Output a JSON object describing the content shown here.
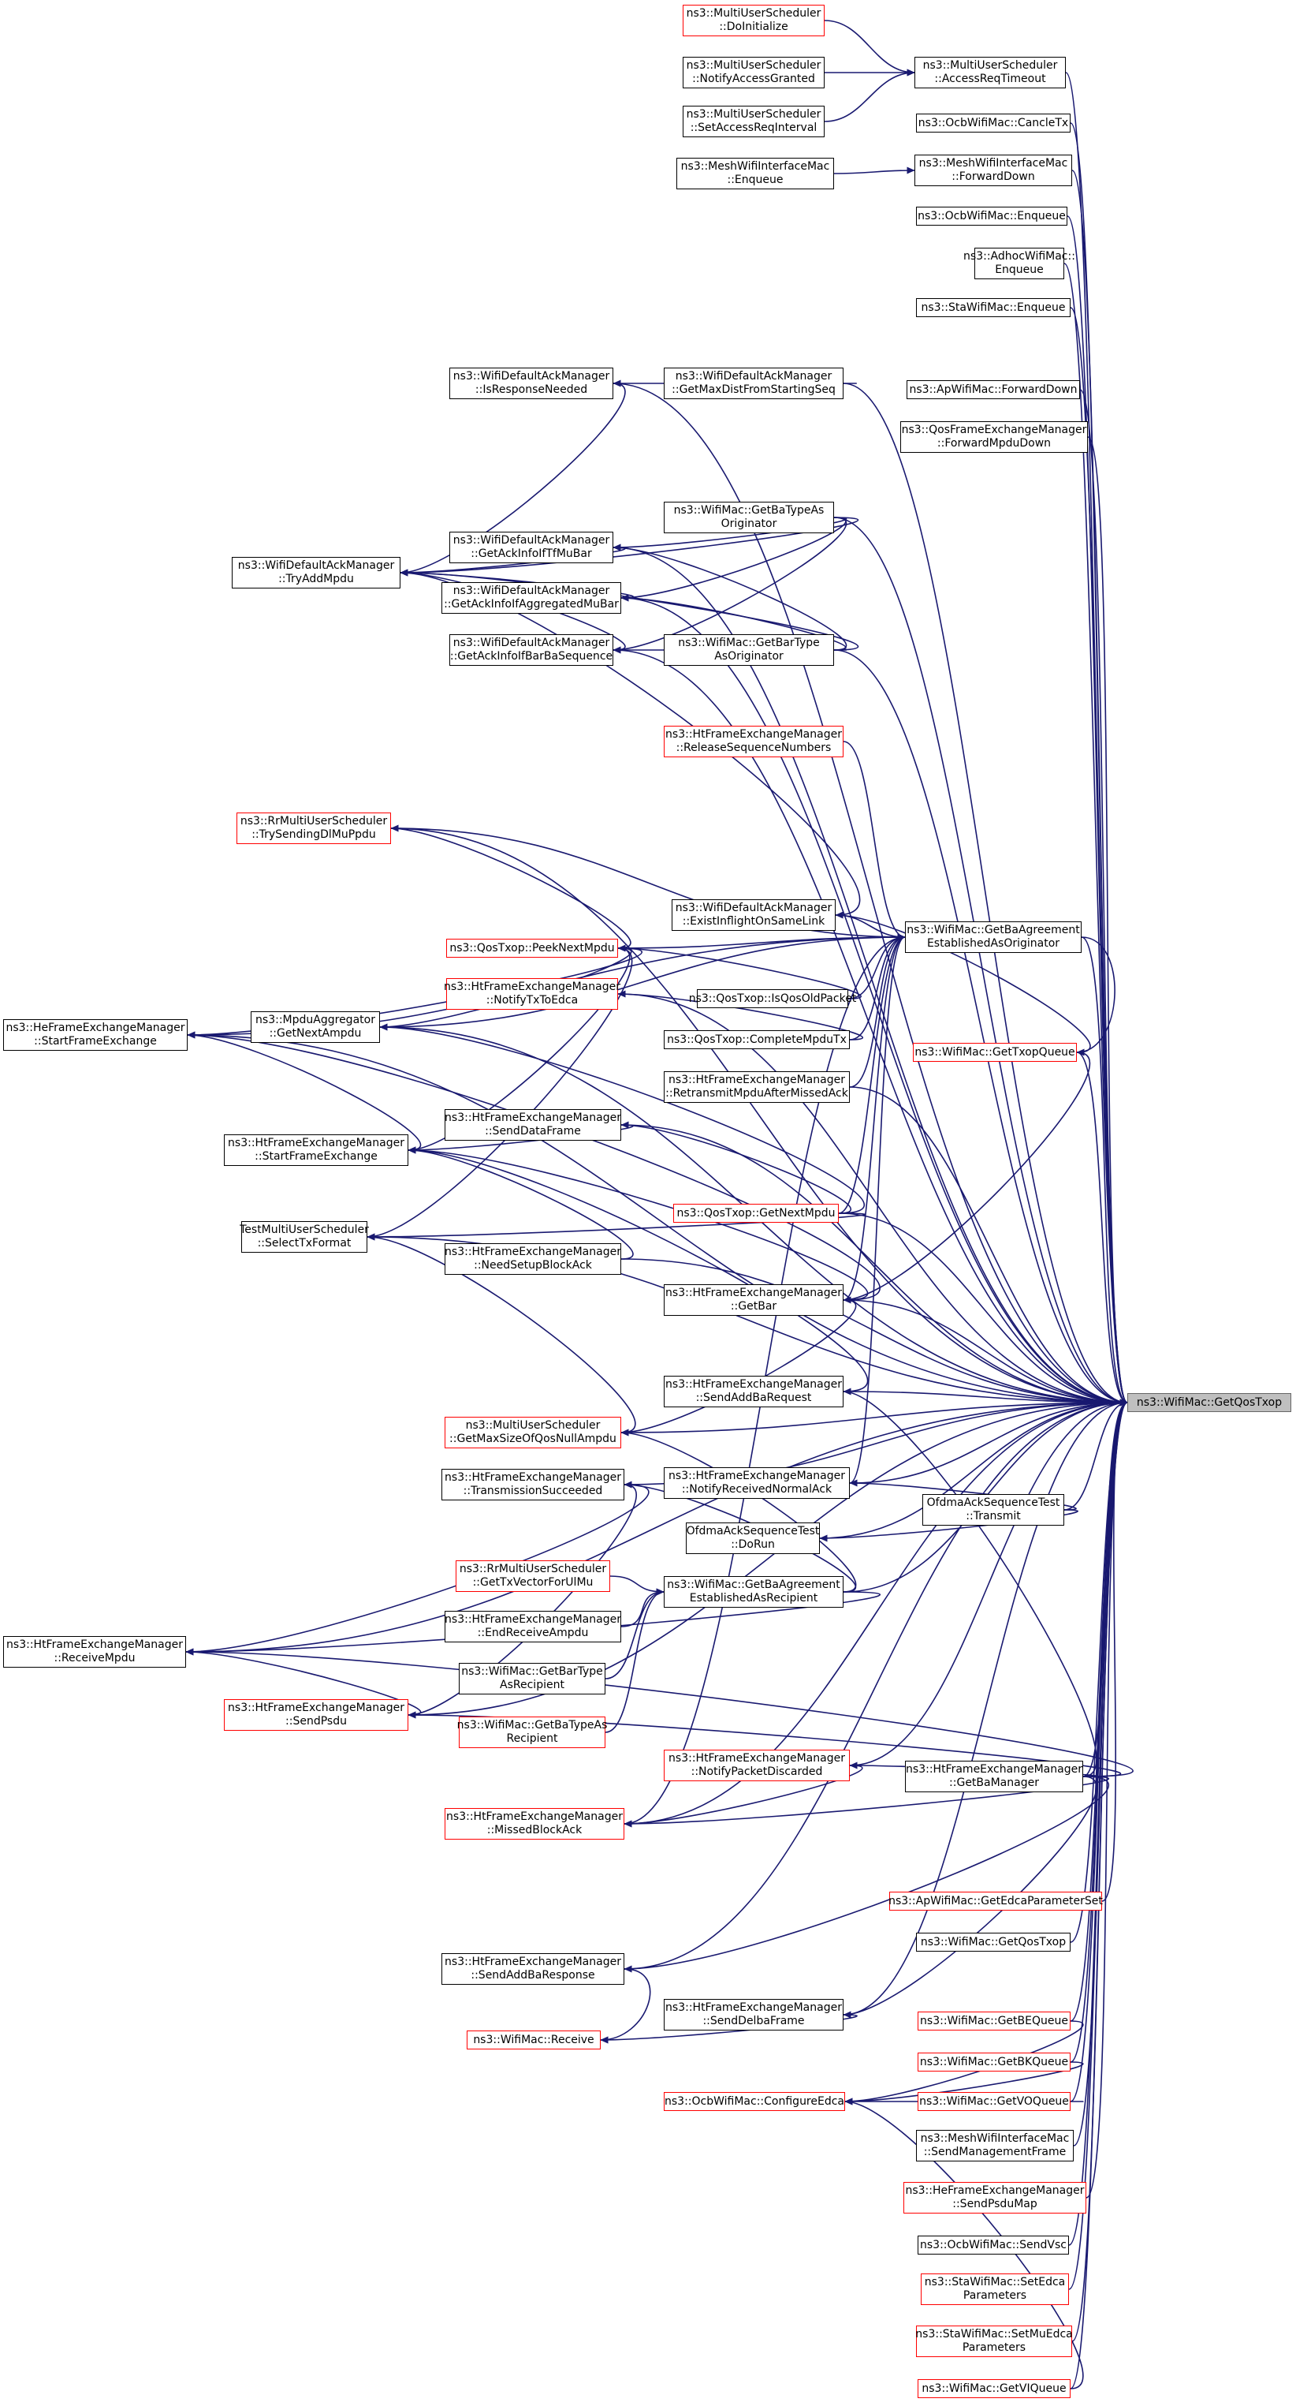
{
  "colors": {
    "edge": "#191970",
    "border_default": "#000000",
    "border_truncated": "#ff0000",
    "root_fill": "#bfbfbf"
  },
  "nodes": [
    {
      "id": "root",
      "lines": [
        "ns3::WifiMac::GetQosTxop"
      ],
      "style": "root"
    },
    {
      "id": "doInitialize",
      "lines": [
        "ns3::MultiUserScheduler",
        "::DoInitialize"
      ],
      "style": "red"
    },
    {
      "id": "notifyAccessGranted",
      "lines": [
        "ns3::MultiUserScheduler",
        "::NotifyAccessGranted"
      ],
      "style": "black"
    },
    {
      "id": "setAccessReqInterval",
      "lines": [
        "ns3::MultiUserScheduler",
        "::SetAccessReqInterval"
      ],
      "style": "black"
    },
    {
      "id": "accessReqTimeout",
      "lines": [
        "ns3::MultiUserScheduler",
        "::AccessReqTimeout"
      ],
      "style": "black"
    },
    {
      "id": "ocbCancleTx",
      "lines": [
        "ns3::OcbWifiMac::CancleTx"
      ],
      "style": "black"
    },
    {
      "id": "meshEnqueue",
      "lines": [
        "ns3::MeshWifiInterfaceMac",
        "::Enqueue"
      ],
      "style": "black"
    },
    {
      "id": "meshForwardDown",
      "lines": [
        "ns3::MeshWifiInterfaceMac",
        "::ForwardDown"
      ],
      "style": "black"
    },
    {
      "id": "ocbEnqueue",
      "lines": [
        "ns3::OcbWifiMac::Enqueue"
      ],
      "style": "black"
    },
    {
      "id": "adhocEnqueue",
      "lines": [
        "ns3::AdhocWifiMac::",
        "Enqueue"
      ],
      "style": "black"
    },
    {
      "id": "staEnqueue",
      "lines": [
        "ns3::StaWifiMac::Enqueue"
      ],
      "style": "black"
    },
    {
      "id": "isResponseNeeded",
      "lines": [
        "ns3::WifiDefaultAckManager",
        "::IsResponseNeeded"
      ],
      "style": "black"
    },
    {
      "id": "getMaxDist",
      "lines": [
        "ns3::WifiDefaultAckManager",
        "::GetMaxDistFromStartingSeq"
      ],
      "style": "black"
    },
    {
      "id": "apForwardDown",
      "lines": [
        "ns3::ApWifiMac::ForwardDown"
      ],
      "style": "black"
    },
    {
      "id": "qosForwardMpduDown",
      "lines": [
        "ns3::QosFrameExchangeManager",
        "::ForwardMpduDown"
      ],
      "style": "black"
    },
    {
      "id": "getBaTypeAsOriginator",
      "lines": [
        "ns3::WifiMac::GetBaTypeAs",
        "Originator"
      ],
      "style": "black"
    },
    {
      "id": "getAckInfoTfMuBar",
      "lines": [
        "ns3::WifiDefaultAckManager",
        "::GetAckInfoIfTfMuBar"
      ],
      "style": "black"
    },
    {
      "id": "tryAddMpdu",
      "lines": [
        "ns3::WifiDefaultAckManager",
        "::TryAddMpdu"
      ],
      "style": "black"
    },
    {
      "id": "getAckInfoAggMuBar",
      "lines": [
        "ns3::WifiDefaultAckManager",
        "::GetAckInfoIfAggregatedMuBar"
      ],
      "style": "black"
    },
    {
      "id": "getAckInfoBarBaSeq",
      "lines": [
        "ns3::WifiDefaultAckManager",
        "::GetAckInfoIfBarBaSequence"
      ],
      "style": "black"
    },
    {
      "id": "getBarTypeAsOriginator",
      "lines": [
        "ns3::WifiMac::GetBarType",
        "AsOriginator"
      ],
      "style": "black"
    },
    {
      "id": "releaseSeqNumbers",
      "lines": [
        "ns3::HtFrameExchangeManager",
        "::ReleaseSequenceNumbers"
      ],
      "style": "red"
    },
    {
      "id": "trySendingDlMuPpdu",
      "lines": [
        "ns3::RrMultiUserScheduler",
        "::TrySendingDlMuPpdu"
      ],
      "style": "red"
    },
    {
      "id": "existInflight",
      "lines": [
        "ns3::WifiDefaultAckManager",
        "::ExistInflightOnSameLink"
      ],
      "style": "black"
    },
    {
      "id": "getBaAgreementOriginator",
      "lines": [
        "ns3::WifiMac::GetBaAgreement",
        "EstablishedAsOriginator"
      ],
      "style": "black"
    },
    {
      "id": "peekNextMpdu",
      "lines": [
        "ns3::QosTxop::PeekNextMpdu"
      ],
      "style": "red"
    },
    {
      "id": "heStartFrameExchange",
      "lines": [
        "ns3::HeFrameExchangeManager",
        "::StartFrameExchange"
      ],
      "style": "black"
    },
    {
      "id": "mpduAggGetNextAmpdu",
      "lines": [
        "ns3::MpduAggregator",
        "::GetNextAmpdu"
      ],
      "style": "black"
    },
    {
      "id": "notifyTxToEdca",
      "lines": [
        "ns3::HtFrameExchangeManager",
        "::NotifyTxToEdca"
      ],
      "style": "red"
    },
    {
      "id": "isQosOldPacket",
      "lines": [
        "ns3::QosTxop::IsQosOldPacket"
      ],
      "style": "black"
    },
    {
      "id": "completeMpduTx",
      "lines": [
        "ns3::QosTxop::CompleteMpduTx"
      ],
      "style": "black"
    },
    {
      "id": "getTxopQueue",
      "lines": [
        "ns3::WifiMac::GetTxopQueue"
      ],
      "style": "red"
    },
    {
      "id": "retransmitMpdu",
      "lines": [
        "ns3::HtFrameExchangeManager",
        "::RetransmitMpduAfterMissedAck"
      ],
      "style": "black"
    },
    {
      "id": "htStartFrameExchange",
      "lines": [
        "ns3::HtFrameExchangeManager",
        "::StartFrameExchange"
      ],
      "style": "black"
    },
    {
      "id": "sendDataFrame",
      "lines": [
        "ns3::HtFrameExchangeManager",
        "::SendDataFrame"
      ],
      "style": "black"
    },
    {
      "id": "getNextMpdu",
      "lines": [
        "ns3::QosTxop::GetNextMpdu"
      ],
      "style": "red"
    },
    {
      "id": "selectTxFormat",
      "lines": [
        "TestMultiUserScheduler",
        "::SelectTxFormat"
      ],
      "style": "black"
    },
    {
      "id": "needSetupBlockAck",
      "lines": [
        "ns3::HtFrameExchangeManager",
        "::NeedSetupBlockAck"
      ],
      "style": "black"
    },
    {
      "id": "getBar",
      "lines": [
        "ns3::HtFrameExchangeManager",
        "::GetBar"
      ],
      "style": "black"
    },
    {
      "id": "sendAddBaRequest",
      "lines": [
        "ns3::HtFrameExchangeManager",
        "::SendAddBaRequest"
      ],
      "style": "black"
    },
    {
      "id": "getMaxSizeQosNull",
      "lines": [
        "ns3::MultiUserScheduler",
        "::GetMaxSizeOfQosNullAmpdu"
      ],
      "style": "red"
    },
    {
      "id": "transmissionSucceeded",
      "lines": [
        "ns3::HtFrameExchangeManager",
        "::TransmissionSucceeded"
      ],
      "style": "black"
    },
    {
      "id": "notifyReceivedNormalAck",
      "lines": [
        "ns3::HtFrameExchangeManager",
        "::NotifyReceivedNormalAck"
      ],
      "style": "black"
    },
    {
      "id": "ofdmaTransmit",
      "lines": [
        "OfdmaAckSequenceTest",
        "::Transmit"
      ],
      "style": "black"
    },
    {
      "id": "ofdmaDoRun",
      "lines": [
        "OfdmaAckSequenceTest",
        "::DoRun"
      ],
      "style": "black"
    },
    {
      "id": "getTxVectorForUlMu",
      "lines": [
        "ns3::RrMultiUserScheduler",
        "::GetTxVectorForUlMu"
      ],
      "style": "red"
    },
    {
      "id": "getBaAgreementRecipient",
      "lines": [
        "ns3::WifiMac::GetBaAgreement",
        "EstablishedAsRecipient"
      ],
      "style": "black"
    },
    {
      "id": "endReceiveAmpdu",
      "lines": [
        "ns3::HtFrameExchangeManager",
        "::EndReceiveAmpdu"
      ],
      "style": "black"
    },
    {
      "id": "receiveMpdu",
      "lines": [
        "ns3::HtFrameExchangeManager",
        "::ReceiveMpdu"
      ],
      "style": "black"
    },
    {
      "id": "getBarTypeAsRecipient",
      "lines": [
        "ns3::WifiMac::GetBarType",
        "AsRecipient"
      ],
      "style": "black"
    },
    {
      "id": "sendPsdu",
      "lines": [
        "ns3::HtFrameExchangeManager",
        "::SendPsdu"
      ],
      "style": "red"
    },
    {
      "id": "getBaTypeAsRecipient",
      "lines": [
        "ns3::WifiMac::GetBaTypeAs",
        "Recipient"
      ],
      "style": "red"
    },
    {
      "id": "notifyPacketDiscarded",
      "lines": [
        "ns3::HtFrameExchangeManager",
        "::NotifyPacketDiscarded"
      ],
      "style": "red"
    },
    {
      "id": "getBaManager",
      "lines": [
        "ns3::HtFrameExchangeManager",
        "::GetBaManager"
      ],
      "style": "black"
    },
    {
      "id": "missedBlockAck",
      "lines": [
        "ns3::HtFrameExchangeManager",
        "::MissedBlockAck"
      ],
      "style": "red"
    },
    {
      "id": "apGetEdcaParam",
      "lines": [
        "ns3::ApWifiMac::GetEdcaParameterSet"
      ],
      "style": "red"
    },
    {
      "id": "wifiGetQosTxop",
      "lines": [
        "ns3::WifiMac::GetQosTxop"
      ],
      "style": "black"
    },
    {
      "id": "sendAddBaResponse",
      "lines": [
        "ns3::HtFrameExchangeManager",
        "::SendAddBaResponse"
      ],
      "style": "black"
    },
    {
      "id": "sendDelbaFrame",
      "lines": [
        "ns3::HtFrameExchangeManager",
        "::SendDelbaFrame"
      ],
      "style": "black"
    },
    {
      "id": "wifiReceive",
      "lines": [
        "ns3::WifiMac::Receive"
      ],
      "style": "red"
    },
    {
      "id": "getBEQueue",
      "lines": [
        "ns3::WifiMac::GetBEQueue"
      ],
      "style": "red"
    },
    {
      "id": "getBKQueue",
      "lines": [
        "ns3::WifiMac::GetBKQueue"
      ],
      "style": "red"
    },
    {
      "id": "configureEdca",
      "lines": [
        "ns3::OcbWifiMac::ConfigureEdca"
      ],
      "style": "red"
    },
    {
      "id": "getVOQueue",
      "lines": [
        "ns3::WifiMac::GetVOQueue"
      ],
      "style": "red"
    },
    {
      "id": "meshSendMgmt",
      "lines": [
        "ns3::MeshWifiInterfaceMac",
        "::SendManagementFrame"
      ],
      "style": "black"
    },
    {
      "id": "heSendPsduMap",
      "lines": [
        "ns3::HeFrameExchangeManager",
        "::SendPsduMap"
      ],
      "style": "red"
    },
    {
      "id": "ocbSendVsc",
      "lines": [
        "ns3::OcbWifiMac::SendVsc"
      ],
      "style": "black"
    },
    {
      "id": "staSetEdca",
      "lines": [
        "ns3::StaWifiMac::SetEdca",
        "Parameters"
      ],
      "style": "red"
    },
    {
      "id": "staSetMuEdca",
      "lines": [
        "ns3::StaWifiMac::SetMuEdca",
        "Parameters"
      ],
      "style": "red"
    },
    {
      "id": "getVIQueue",
      "lines": [
        "ns3::WifiMac::GetVIQueue"
      ],
      "style": "red"
    }
  ],
  "edges": [
    [
      "accessReqTimeout",
      "root"
    ],
    [
      "ocbCancleTx",
      "root"
    ],
    [
      "meshForwardDown",
      "root"
    ],
    [
      "ocbEnqueue",
      "root"
    ],
    [
      "adhocEnqueue",
      "root"
    ],
    [
      "staEnqueue",
      "root"
    ],
    [
      "isResponseNeeded",
      "root"
    ],
    [
      "getMaxDist",
      "root"
    ],
    [
      "apForwardDown",
      "root"
    ],
    [
      "qosForwardMpduDown",
      "root"
    ],
    [
      "getBaTypeAsOriginator",
      "root"
    ],
    [
      "getAckInfoTfMuBar",
      "root"
    ],
    [
      "getAckInfoAggMuBar",
      "root"
    ],
    [
      "getAckInfoBarBaSeq",
      "root"
    ],
    [
      "getBarTypeAsOriginator",
      "root"
    ],
    [
      "trySendingDlMuPpdu",
      "root"
    ],
    [
      "getBaAgreementOriginator",
      "root"
    ],
    [
      "heStartFrameExchange",
      "root"
    ],
    [
      "mpduAggGetNextAmpdu",
      "root"
    ],
    [
      "notifyTxToEdca",
      "root"
    ],
    [
      "getTxopQueue",
      "root"
    ],
    [
      "retransmitMpdu",
      "root"
    ],
    [
      "sendDataFrame",
      "root"
    ],
    [
      "getNextMpdu",
      "root"
    ],
    [
      "selectTxFormat",
      "root"
    ],
    [
      "needSetupBlockAck",
      "root"
    ],
    [
      "getBar",
      "root"
    ],
    [
      "sendAddBaRequest",
      "root"
    ],
    [
      "getMaxSizeQosNull",
      "root"
    ],
    [
      "transmissionSucceeded",
      "root"
    ],
    [
      "notifyReceivedNormalAck",
      "root"
    ],
    [
      "ofdmaTransmit",
      "root"
    ],
    [
      "ofdmaDoRun",
      "root"
    ],
    [
      "getBaAgreementRecipient",
      "root"
    ],
    [
      "receiveMpdu",
      "root"
    ],
    [
      "sendPsdu",
      "root"
    ],
    [
      "notifyPacketDiscarded",
      "root"
    ],
    [
      "getBaManager",
      "root"
    ],
    [
      "missedBlockAck",
      "root"
    ],
    [
      "apGetEdcaParam",
      "root"
    ],
    [
      "wifiGetQosTxop",
      "root"
    ],
    [
      "sendAddBaResponse",
      "root"
    ],
    [
      "sendDelbaFrame",
      "root"
    ],
    [
      "getBEQueue",
      "root"
    ],
    [
      "getBKQueue",
      "root"
    ],
    [
      "getVOQueue",
      "root"
    ],
    [
      "meshSendMgmt",
      "root"
    ],
    [
      "heSendPsduMap",
      "root"
    ],
    [
      "ocbSendVsc",
      "root"
    ],
    [
      "staSetEdca",
      "root"
    ],
    [
      "staSetMuEdca",
      "root"
    ],
    [
      "getVIQueue",
      "root"
    ],
    [
      "doInitialize",
      "accessReqTimeout"
    ],
    [
      "notifyAccessGranted",
      "accessReqTimeout"
    ],
    [
      "setAccessReqInterval",
      "accessReqTimeout"
    ],
    [
      "meshEnqueue",
      "meshForwardDown"
    ],
    [
      "getMaxDist",
      "isResponseNeeded"
    ],
    [
      "isResponseNeeded",
      "tryAddMpdu"
    ],
    [
      "getAckInfoTfMuBar",
      "tryAddMpdu"
    ],
    [
      "getAckInfoAggMuBar",
      "tryAddMpdu"
    ],
    [
      "getAckInfoBarBaSeq",
      "tryAddMpdu"
    ],
    [
      "getBaTypeAsOriginator",
      "getAckInfoTfMuBar"
    ],
    [
      "getBaTypeAsOriginator",
      "getAckInfoAggMuBar"
    ],
    [
      "getBaTypeAsOriginator",
      "getAckInfoBarBaSeq"
    ],
    [
      "getBaTypeAsOriginator",
      "tryAddMpdu"
    ],
    [
      "getBarTypeAsOriginator",
      "getAckInfoBarBaSeq"
    ],
    [
      "getBarTypeAsOriginator",
      "getAckInfoAggMuBar"
    ],
    [
      "getBarTypeAsOriginator",
      "getAckInfoTfMuBar"
    ],
    [
      "getBarTypeAsOriginator",
      "tryAddMpdu"
    ],
    [
      "existInflight",
      "tryAddMpdu"
    ],
    [
      "releaseSeqNumbers",
      "getBaAgreementOriginator"
    ],
    [
      "existInflight",
      "getBaAgreementOriginator"
    ],
    [
      "peekNextMpdu",
      "getBaAgreementOriginator"
    ],
    [
      "isQosOldPacket",
      "getBaAgreementOriginator"
    ],
    [
      "completeMpduTx",
      "getBaAgreementOriginator"
    ],
    [
      "retransmitMpdu",
      "getBaAgreementOriginator"
    ],
    [
      "getNextMpdu",
      "getBaAgreementOriginator"
    ],
    [
      "getBar",
      "getBaAgreementOriginator"
    ],
    [
      "notifyReceivedNormalAck",
      "getBaAgreementOriginator"
    ],
    [
      "trySendingDlMuPpdu",
      "getBaAgreementOriginator"
    ],
    [
      "heStartFrameExchange",
      "getBaAgreementOriginator"
    ],
    [
      "mpduAggGetNextAmpdu",
      "getBaAgreementOriginator"
    ],
    [
      "missedBlockAck",
      "getBaAgreementOriginator"
    ],
    [
      "getBaAgreementOriginator",
      "getTxopQueue"
    ],
    [
      "peekNextMpdu",
      "heStartFrameExchange"
    ],
    [
      "peekNextMpdu",
      "mpduAggGetNextAmpdu"
    ],
    [
      "peekNextMpdu",
      "htStartFrameExchange"
    ],
    [
      "peekNextMpdu",
      "selectTxFormat"
    ],
    [
      "peekNextMpdu",
      "trySendingDlMuPpdu"
    ],
    [
      "isQosOldPacket",
      "peekNextMpdu"
    ],
    [
      "completeMpduTx",
      "notifyTxToEdca"
    ],
    [
      "getTxopQueue",
      "existInflight"
    ],
    [
      "getTxopQueue",
      "getBar"
    ],
    [
      "htStartFrameExchange",
      "heStartFrameExchange"
    ],
    [
      "sendDataFrame",
      "htStartFrameExchange"
    ],
    [
      "needSetupBlockAck",
      "htStartFrameExchange"
    ],
    [
      "getBar",
      "htStartFrameExchange"
    ],
    [
      "getBar",
      "heStartFrameExchange"
    ],
    [
      "getBar",
      "getMaxSizeQosNull"
    ],
    [
      "getNextMpdu",
      "sendDataFrame"
    ],
    [
      "getNextMpdu",
      "mpduAggGetNextAmpdu"
    ],
    [
      "getNextMpdu",
      "selectTxFormat"
    ],
    [
      "sendAddBaRequest",
      "htStartFrameExchange"
    ],
    [
      "getMaxSizeQosNull",
      "selectTxFormat"
    ],
    [
      "transmissionSucceeded",
      "receiveMpdu"
    ],
    [
      "transmissionSucceeded",
      "sendPsdu"
    ],
    [
      "getBaAgreementRecipient",
      "transmissionSucceeded"
    ],
    [
      "getTxVectorForUlMu",
      "getBaAgreementRecipient"
    ],
    [
      "endReceiveAmpdu",
      "getBaAgreementRecipient"
    ],
    [
      "getBarTypeAsRecipient",
      "getBaAgreementRecipient"
    ],
    [
      "getBaTypeAsRecipient",
      "getBaAgreementRecipient"
    ],
    [
      "getBaAgreementRecipient",
      "receiveMpdu"
    ],
    [
      "getBaAgreementRecipient",
      "getMaxSizeQosNull"
    ],
    [
      "ofdmaTransmit",
      "notifyReceivedNormalAck"
    ],
    [
      "ofdmaTransmit",
      "ofdmaDoRun"
    ],
    [
      "sendPsdu",
      "receiveMpdu"
    ],
    [
      "getBaManager",
      "notifyPacketDiscarded"
    ],
    [
      "getBaManager",
      "missedBlockAck"
    ],
    [
      "getBaManager",
      "sendPsdu"
    ],
    [
      "getBaManager",
      "sendAddBaRequest"
    ],
    [
      "getBaManager",
      "sendAddBaResponse"
    ],
    [
      "getBaManager",
      "sendDelbaFrame"
    ],
    [
      "getBaManager",
      "receiveMpdu"
    ],
    [
      "notifyPacketDiscarded",
      "missedBlockAck"
    ],
    [
      "sendDelbaFrame",
      "wifiReceive"
    ],
    [
      "sendAddBaResponse",
      "wifiReceive"
    ],
    [
      "getBEQueue",
      "configureEdca"
    ],
    [
      "getBKQueue",
      "configureEdca"
    ],
    [
      "getVOQueue",
      "configureEdca"
    ],
    [
      "getVIQueue",
      "configureEdca"
    ]
  ]
}
